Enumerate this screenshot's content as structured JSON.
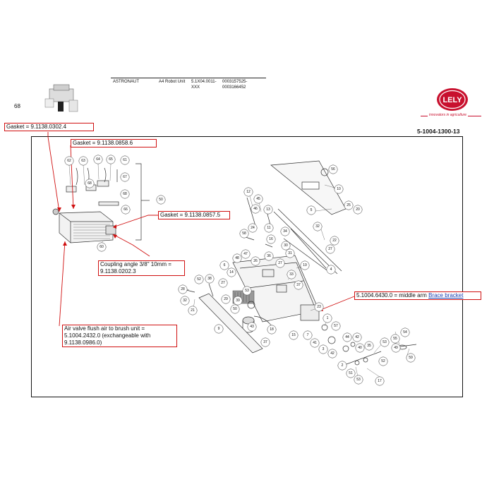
{
  "header": {
    "page_number": "68",
    "product": "ASTRONAUT",
    "unit": "A4 Robot Unit",
    "version_line1": "5.1X04.0011-",
    "version_line2": "XXX",
    "serial_line1": "0003157525-",
    "serial_line2": "0003166452"
  },
  "brand": {
    "logo_text": "LELY",
    "tagline": "innovators in agriculture",
    "color": "#c8102e"
  },
  "document": {
    "part_number": "5-1004-1300-13"
  },
  "callouts": {
    "gasket_1": "Gasket = 9.1138.0302.4",
    "gasket_2": "Gasket = 9.1138.0858.6",
    "gasket_3": "Gasket = 9.1138.0857.5",
    "coupling_line1": "Coupling angle 3/8\" 10mm =",
    "coupling_line2": "9.1138.0202.3",
    "air_valve_line1": "Air valve flush air to brush unit =",
    "air_valve_line2": "5.1004.2432.0 (exchangeable with",
    "air_valve_line3": "9.1138.0986.0)",
    "middle_arm_text": "5.1004.6430.0 = middle arm",
    "middle_arm_link": "Brace bracket"
  },
  "balloons": [
    "62",
    "63",
    "64",
    "65",
    "61",
    "68",
    "67",
    "68",
    "66",
    "50",
    "60",
    "56",
    "10",
    "5",
    "25",
    "20",
    "12",
    "45",
    "46",
    "13",
    "11",
    "34",
    "24",
    "58",
    "16",
    "30",
    "31",
    "36",
    "32",
    "22",
    "27",
    "19",
    "47",
    "48",
    "6",
    "14",
    "26",
    "27",
    "33",
    "4",
    "37",
    "38",
    "52",
    "28",
    "32",
    "21",
    "27",
    "53",
    "29",
    "9",
    "50",
    "39",
    "43",
    "18",
    "23",
    "37",
    "1",
    "57",
    "15",
    "7",
    "41",
    "44",
    "42",
    "3",
    "40",
    "42",
    "35",
    "54",
    "55",
    "49",
    "53",
    "59",
    "2",
    "51",
    "52",
    "17",
    "53"
  ],
  "colors": {
    "callout_border": "#d01010",
    "link": "#1a3fb0"
  }
}
